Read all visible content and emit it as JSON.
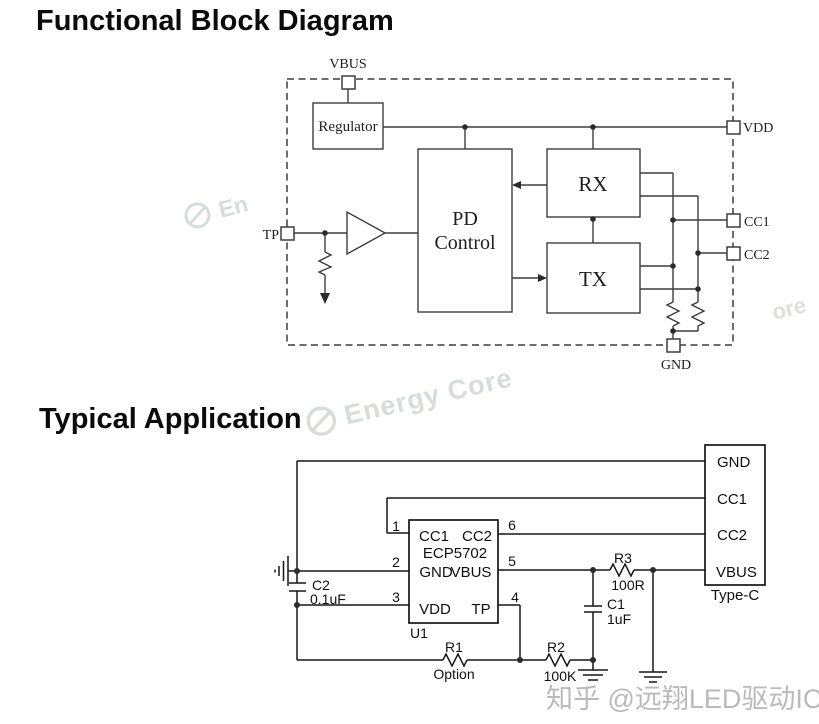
{
  "block_diagram": {
    "title": "Functional Block Diagram",
    "blocks": {
      "regulator": "Regulator",
      "pd_line1": "PD",
      "pd_line2": "Control",
      "rx": "RX",
      "tx": "TX"
    },
    "pins": {
      "vbus": "VBUS",
      "vdd": "VDD",
      "cc1": "CC1",
      "cc2": "CC2",
      "gnd": "GND",
      "tp": "TP"
    }
  },
  "typical_application": {
    "title": "Typical Application",
    "ic": {
      "ref": "U1",
      "part": "ECP5702",
      "pads": {
        "cc1": "CC1",
        "cc2": "CC2",
        "gnd": "GND",
        "vbus": "VBUS",
        "vdd": "VDD",
        "tp": "TP"
      },
      "pin_numbers": {
        "p1": "1",
        "p2": "2",
        "p3": "3",
        "p4": "4",
        "p5": "5",
        "p6": "6"
      }
    },
    "connector": {
      "label": "Type-C",
      "pin_gnd": "GND",
      "pin_cc1": "CC1",
      "pin_cc2": "CC2",
      "pin_vbus": "VBUS"
    },
    "components": {
      "c2": {
        "ref": "C2",
        "value": "0.1uF"
      },
      "c1": {
        "ref": "C1",
        "value": "1uF"
      },
      "r1": {
        "ref": "R1",
        "value": "Option"
      },
      "r2": {
        "ref": "R2",
        "value": "100K"
      },
      "r3": {
        "ref": "R3",
        "value": "100R"
      }
    }
  },
  "watermarks": {
    "partial_left": "En",
    "center": "Energy Core",
    "partial_right": "ore",
    "bottom": "知乎 @远翔LED驱动IC"
  }
}
